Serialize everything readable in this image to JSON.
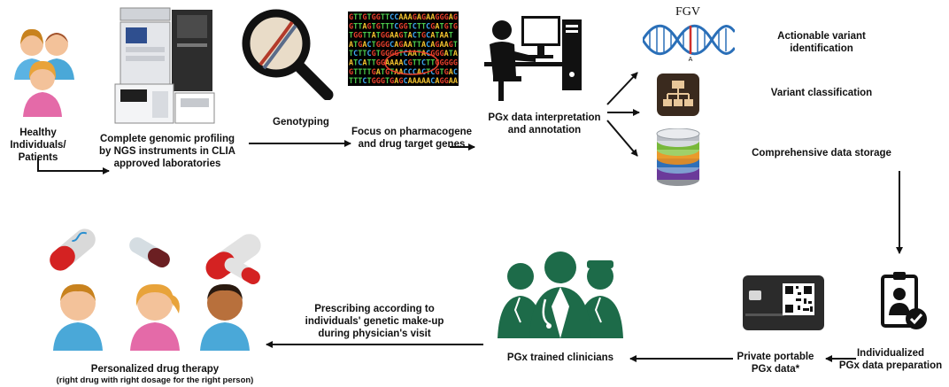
{
  "top_row": {
    "patients_label": [
      "Healthy Individuals/",
      "Patients"
    ],
    "ngs_label": [
      "Complete genomic profiling",
      "by NGS instruments in CLIA",
      "approved laboratories"
    ],
    "genotyping_label": "Genotyping",
    "focus_label": [
      "Focus on pharmacogene",
      "and drug target genes"
    ],
    "pgx_interp_label": [
      "PGx data interpretation",
      "and annotation"
    ],
    "dna_logo_text": "FGV",
    "dna_small_letter": "A",
    "actionable_label": [
      "Actionable variant",
      "identification"
    ],
    "classification_label": "Variant classification",
    "storage_label": "Comprehensive data storage"
  },
  "bottom_row": {
    "individualized_label": [
      "Individualized",
      "PGx data preparation"
    ],
    "portable_label": [
      "Private portable",
      "PGx data*"
    ],
    "clinicians_label": "PGx trained clinicians",
    "prescribing_label": [
      "Prescribing according to",
      "individuals' genetic make-up",
      "during physician's visit"
    ],
    "therapy_label": "Personalized drug therapy",
    "therapy_sub_label": "(right drug with right dosage for the right person)"
  },
  "sequence_rows": [
    "GTTGTGGTTCCAAAGAGAAGGGAG",
    "GTTAGTGTTTCGGTCTTCGATGTG",
    "TGGTTATGGAAGTACTGCATAAT",
    "ATGACTGGGCAGAATTACAGAAGT",
    "TCTTCGTGGGGTCAATACGGGATA",
    "ATCATTGGAAAACGTTCTTGGGGG",
    "GTTTTGATGTAACCCACTCGTGAC",
    "TTTCTGGGTGAGCAAAAACAGGAA"
  ],
  "colors": {
    "person_skin": "#f3c29a",
    "person_blue": "#4aa8d8",
    "person_pink": "#e46aa8",
    "person_dark_skin": "#b8703c",
    "clinician_green": "#1d6b49",
    "dna_blue": "#2a6fb8",
    "dna_red": "#d0302c",
    "pill_red": "#d42222"
  }
}
